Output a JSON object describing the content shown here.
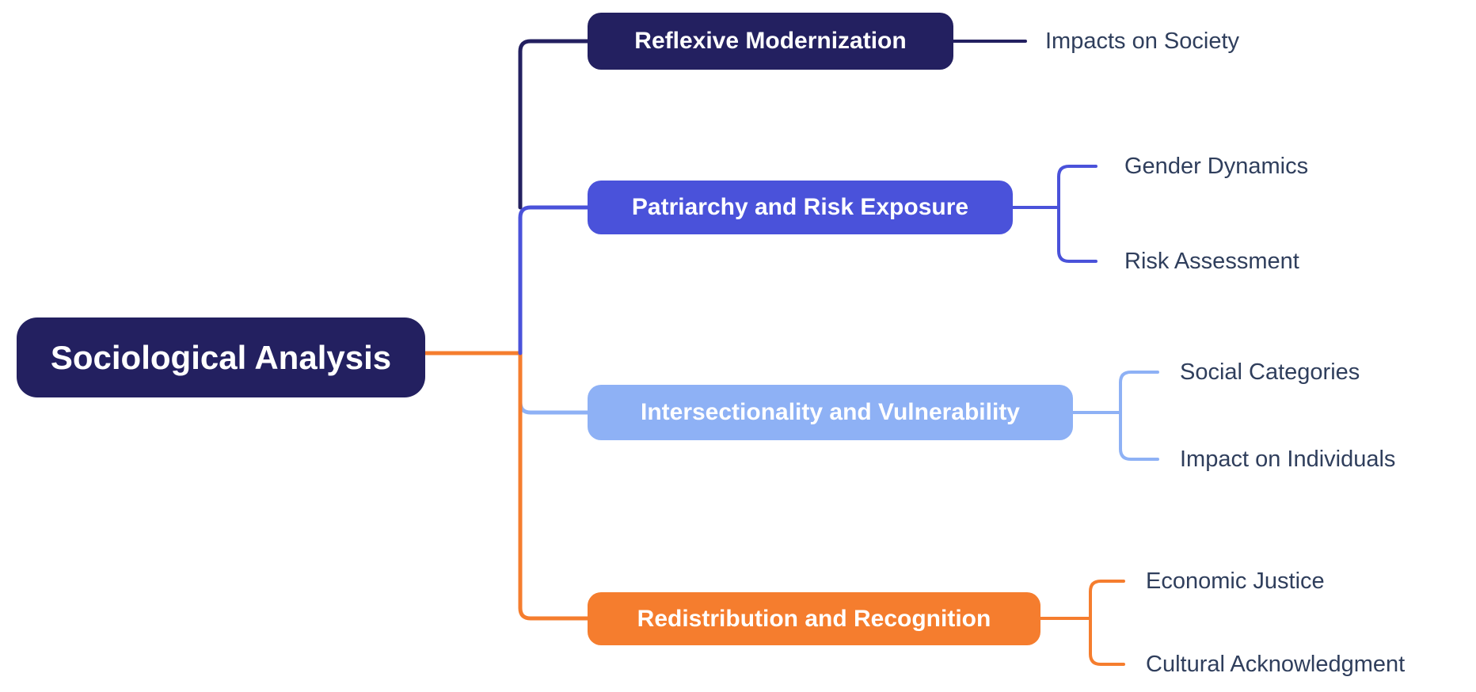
{
  "diagram": {
    "type": "mindmap",
    "background_color": "#ffffff",
    "child_text_color": "#2F3E5C",
    "node_text_color": "#ffffff",
    "root": {
      "label": "Sociological Analysis",
      "color": "#232060"
    },
    "branches": [
      {
        "label": "Reflexive Modernization",
        "color": "#232060",
        "children": [
          {
            "label": "Impacts on Society"
          }
        ]
      },
      {
        "label": "Patriarchy and Risk Exposure",
        "color": "#4A52DA",
        "children": [
          {
            "label": "Gender Dynamics"
          },
          {
            "label": "Risk Assessment"
          }
        ]
      },
      {
        "label": "Intersectionality and Vulnerability",
        "color": "#8EB1F5",
        "children": [
          {
            "label": "Social Categories"
          },
          {
            "label": "Impact on Individuals"
          }
        ]
      },
      {
        "label": "Redistribution and Recognition",
        "color": "#F57D2E",
        "children": [
          {
            "label": "Economic Justice"
          },
          {
            "label": "Cultural Acknowledgment"
          }
        ]
      }
    ]
  }
}
